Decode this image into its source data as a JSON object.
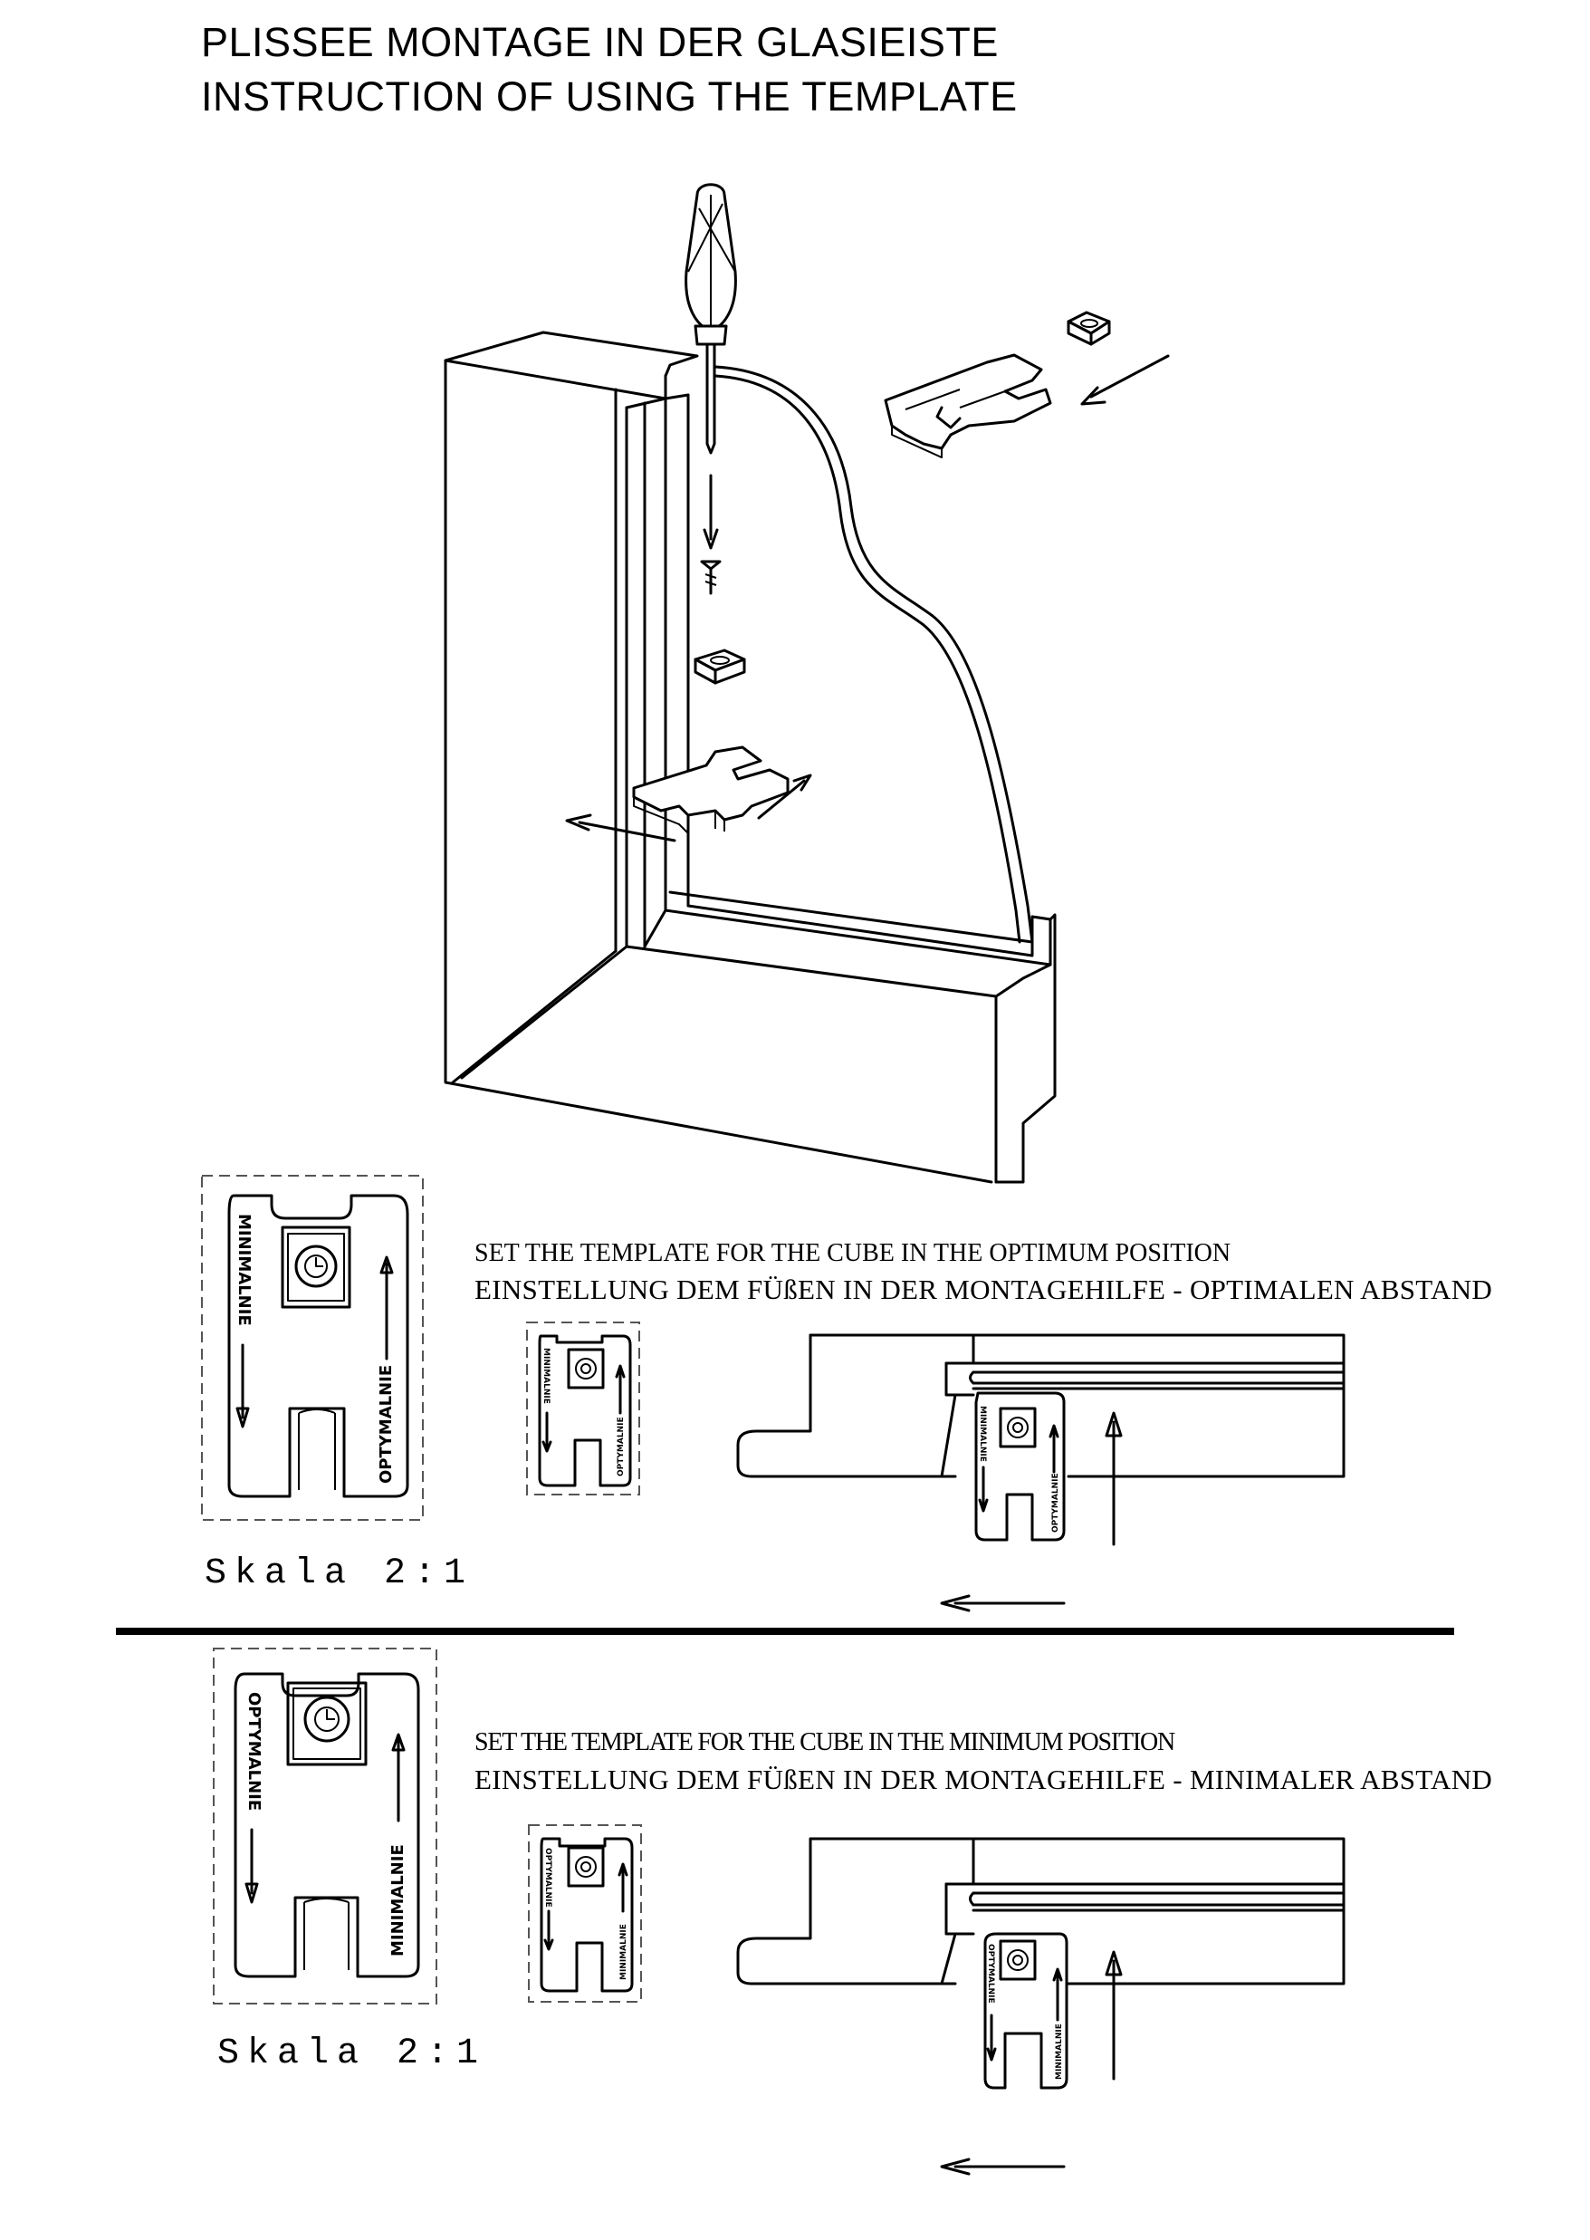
{
  "title": {
    "line1": "PLISSEE  MONTAGE IN DER GLASIEISTE",
    "line2": "INSTRUCTION OF USING THE TEMPLATE"
  },
  "sections": [
    {
      "caption_en": "SET THE TEMPLATE FOR THE CUBE IN THE OPTIMUM POSITION",
      "caption_de": "EINSTELLUNG DEM FÜßEN IN DER MONTAGEHILFE - OPTIMALEN ABSTAND",
      "scale": "Skala   2:1",
      "template_left_label": "MINIMALNIE",
      "template_right_label": "OPTYMALNIE"
    },
    {
      "caption_en": "SET THE TEMPLATE FOR THE CUBE IN THE MINIMUM POSITION",
      "caption_de": "EINSTELLUNG DEM FÜßEN IN DER MONTAGEHILFE - MINIMALER  ABSTAND",
      "scale": "Skala   2:1",
      "template_left_label": "OPTYMALNIE",
      "template_right_label": "MINIMALNIE"
    }
  ]
}
